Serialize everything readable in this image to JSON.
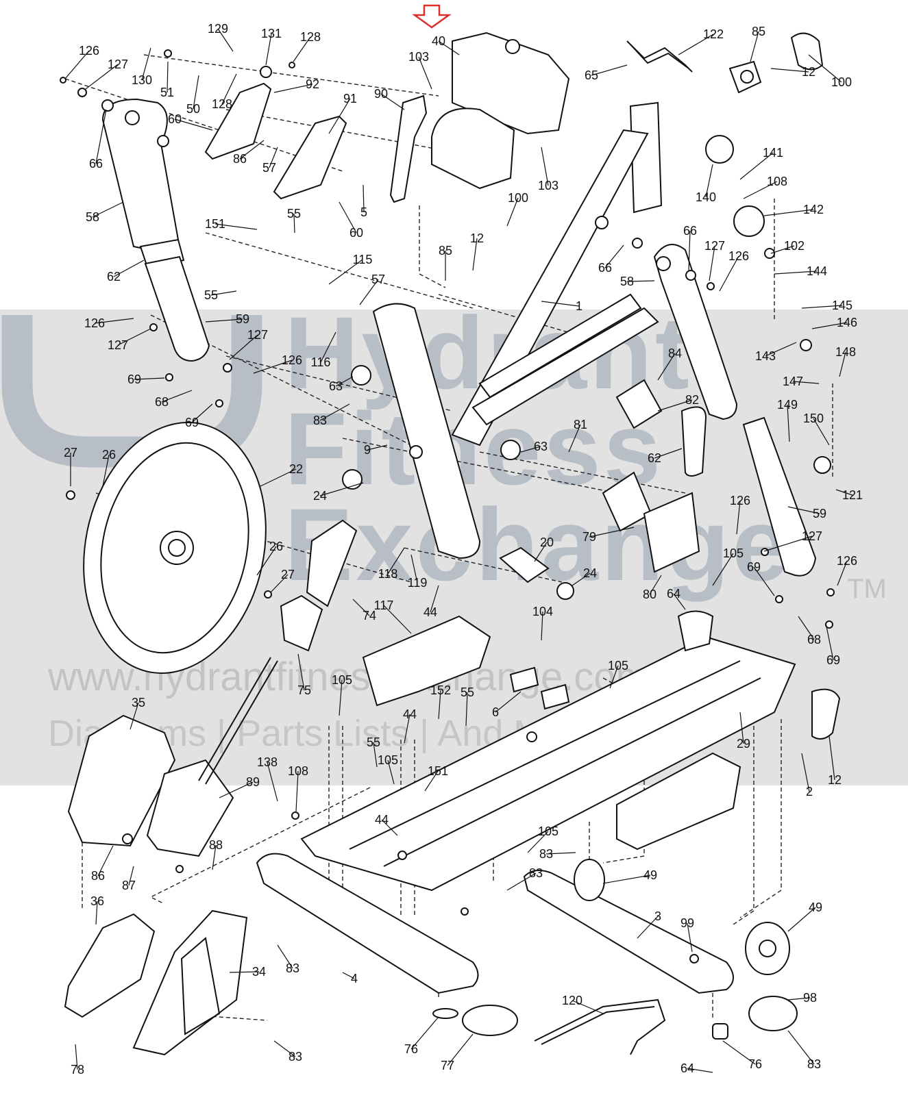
{
  "watermark": {
    "brand_line1": "Hydrant",
    "brand_line2": "Fitness",
    "brand_line3": "Exchange",
    "tm": "TM",
    "url": "www.hydrantfitnessexchange.com",
    "tagline": "Diagrams | Parts Lists | And More"
  },
  "highlight": {
    "color": "#d9302c",
    "target_callout": "40"
  },
  "callouts": [
    "126",
    "127",
    "129",
    "131",
    "128",
    "130",
    "51",
    "50",
    "128",
    "92",
    "60",
    "86",
    "57",
    "91",
    "90",
    "103",
    "40",
    "103",
    "122",
    "65",
    "85",
    "12",
    "100",
    "66",
    "58",
    "55",
    "151",
    "55",
    "62",
    "5",
    "60",
    "12",
    "85",
    "100",
    "115",
    "57",
    "116",
    "63",
    "83",
    "59",
    "126",
    "127",
    "127",
    "126",
    "69",
    "68",
    "69",
    "1",
    "66",
    "58",
    "66",
    "127",
    "126",
    "140",
    "141",
    "108",
    "142",
    "102",
    "144",
    "145",
    "146",
    "143",
    "148",
    "147",
    "149",
    "150",
    "121",
    "84",
    "82",
    "81",
    "62",
    "63",
    "9",
    "27",
    "26",
    "22",
    "24",
    "26",
    "27",
    "118",
    "119",
    "74",
    "44",
    "20",
    "24",
    "79",
    "80",
    "126",
    "59",
    "127",
    "126",
    "105",
    "69",
    "68",
    "69",
    "64",
    "75",
    "117",
    "104",
    "105",
    "6",
    "152",
    "55",
    "105",
    "44",
    "151",
    "55",
    "105",
    "35",
    "138",
    "108",
    "89",
    "86",
    "87",
    "88",
    "44",
    "105",
    "83",
    "83",
    "49",
    "3",
    "99",
    "49",
    "98",
    "36",
    "34",
    "83",
    "4",
    "120",
    "83",
    "78",
    "76",
    "77",
    "76",
    "83",
    "64",
    "12",
    "2",
    "29"
  ]
}
